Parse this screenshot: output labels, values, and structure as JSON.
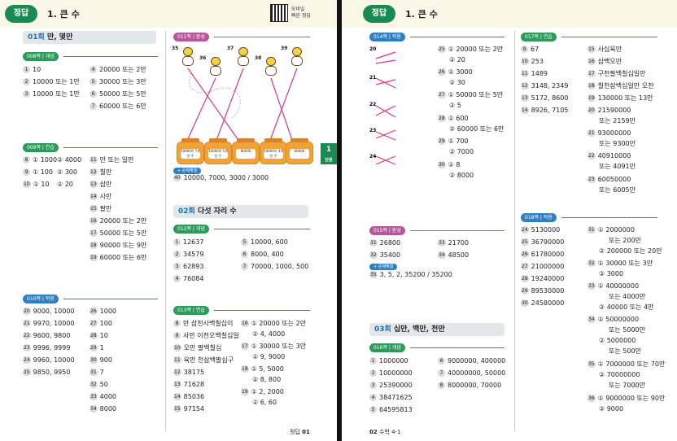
{
  "header": {
    "badge": "정답",
    "title": "1. 큰 수",
    "qr_text1": "모바일",
    "qr_text2": "빠른 정답"
  },
  "sidetab": {
    "num": "1",
    "label": "단원"
  },
  "left": {
    "sec01": {
      "num": "01회",
      "title": "만, 몇만"
    },
    "t008": {
      "label": "008쪽 | 개념",
      "a": [
        "10",
        "10000 또는 1만",
        "10000 또는 1만"
      ],
      "b": [
        "20000 또는 2만",
        "30000 또는 3만",
        "50000 또는 5만",
        "60000 또는 6만"
      ]
    },
    "t009": {
      "label": "009쪽 | 연습",
      "r8a": "① 1000",
      "r8b": "② 4000",
      "r9a": "① 100",
      "r9b": "② 300",
      "r10a": "① 10",
      "r10b": "② 20",
      "c": [
        "만 또는 일만",
        "칠만",
        "삼만",
        "사만",
        "팔만",
        "20000 또는 2만",
        "50000 또는 5만",
        "90000 또는 9만",
        "60000 또는 6만"
      ]
    },
    "t010": {
      "label": "010쪽 | 적용",
      "a": [
        "9000, 10000",
        "9970, 10000",
        "9600, 9800",
        "9996, 9999",
        "9960, 10000",
        "9850, 9950"
      ],
      "b": [
        "1000",
        "100",
        "10",
        "1",
        "900",
        "7",
        "50",
        "4000",
        "8000"
      ]
    },
    "t011": {
      "label": "011쪽 | 완성",
      "q40label": "+ 문제해결",
      "q40": "10000, 7000, 3000 / 3000",
      "jars": [
        "10000이 7개인 수",
        "10000이 5개인 수",
        "80000",
        "10000이 3개인 수",
        "60000"
      ]
    },
    "sec02": {
      "num": "02회",
      "title": "다섯 자리 수"
    },
    "t012": {
      "label": "012쪽 | 개념",
      "a": [
        "12637",
        "34579",
        "62893",
        "76084"
      ],
      "b": [
        "10000, 600",
        "8000, 400",
        "70000, 1000, 500"
      ]
    },
    "t013": {
      "label": "013쪽 | 연습",
      "a": [
        "만 삼천사백칠십이",
        "사만 이천오백칠십일",
        "오만 팔백칠십",
        "육만 천삼백팔십구",
        "38175",
        "71628",
        "85036",
        "97154"
      ],
      "b16a": "① 20000 또는 2만",
      "b16b": "② 4, 4000",
      "b17a": "① 30000 또는 3만",
      "b17b": "② 9, 9000",
      "b18a": "① 5, 5000",
      "b18b": "② 8, 800",
      "b19a": "① 2, 2000",
      "b19b": "② 6, 60"
    },
    "footer": "정답",
    "page": "01"
  },
  "right": {
    "t014": {
      "label": "014쪽 | 적용",
      "a25a": "① 20000 또는 2만",
      "a25b": "② 20",
      "a26a": "① 3000",
      "a26b": "② 30",
      "a27a": "① 50000 또는 5만",
      "a27b": "② 5",
      "a28a": "① 600",
      "a28b": "② 60000 또는 6만",
      "a29a": "① 700",
      "a29b": "② 7000",
      "a30a": "① 8",
      "a30b": "② 8000"
    },
    "t015": {
      "label": "015쪽 | 완성",
      "a31": "26800",
      "a32": "35400",
      "a33": "21700",
      "a34": "48500",
      "q35label": "+ 문제해결",
      "q35": "3, 5, 2, 35200 / 35200"
    },
    "sec03": {
      "num": "03회",
      "title": "십만, 백만, 천만"
    },
    "t016": {
      "label": "016쪽 | 개념",
      "a": [
        "1000000",
        "10000000",
        "25390000",
        "38471625",
        "64595813"
      ],
      "b": [
        "9000000, 400000",
        "40000000, 50000",
        "8000000, 70000"
      ]
    },
    "t017": {
      "label": "017쪽 | 연습",
      "a": [
        "67",
        "253",
        "1489",
        "3148, 2349",
        "5172, 8600",
        "8926, 7105"
      ],
      "b": [
        "사십육만",
        "삼백오만",
        "구천팔백칠십일만",
        "칠천삼백십일만 오천",
        "130000 또는 13만"
      ],
      "b20a": "21590000",
      "b20b": "또는 2159만",
      "b21a": "93000000",
      "b21b": "또는 9300만",
      "b22a": "40910000",
      "b22b": "또는 4091만",
      "b23a": "60050000",
      "b23b": "또는 6005만"
    },
    "t018": {
      "label": "018쪽 | 적용",
      "a": [
        "5130000",
        "36790000",
        "61780000",
        "21000000",
        "19240000",
        "89530000",
        "24580000"
      ],
      "b31a": "① 2000000",
      "b31b": "또는 200만",
      "b31c": "② 200000 또는 20만",
      "b32a": "① 30000 또는 3만",
      "b32b": "② 3000",
      "b33a": "① 40000000",
      "b33b": "또는 4000만",
      "b33c": "② 40000 또는 4만",
      "b34a": "① 50000000",
      "b34b": "또는 5000만",
      "b34c": "② 5000000",
      "b34d": "또는 500만",
      "b35a": "① 7000000 또는 70만",
      "b35b": "② 70000000",
      "b35c": "또는 7000만",
      "b36a": "① 9000000 또는 90만",
      "b36b": "② 9000"
    },
    "page": "02",
    "footer": "수학 4-1"
  }
}
